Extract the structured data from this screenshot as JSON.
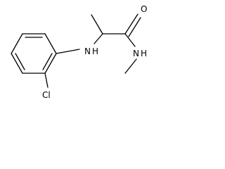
{
  "molecule": {
    "atoms": {
      "oxygen": "O",
      "amide_nitrogen": "N",
      "amide_nitrogen_h": "H",
      "amine_nitrogen": "N",
      "amine_nitrogen_h": "H",
      "chlorine": "Cl"
    },
    "colors": {
      "bond": "#000000",
      "background": "#ffffff"
    }
  }
}
